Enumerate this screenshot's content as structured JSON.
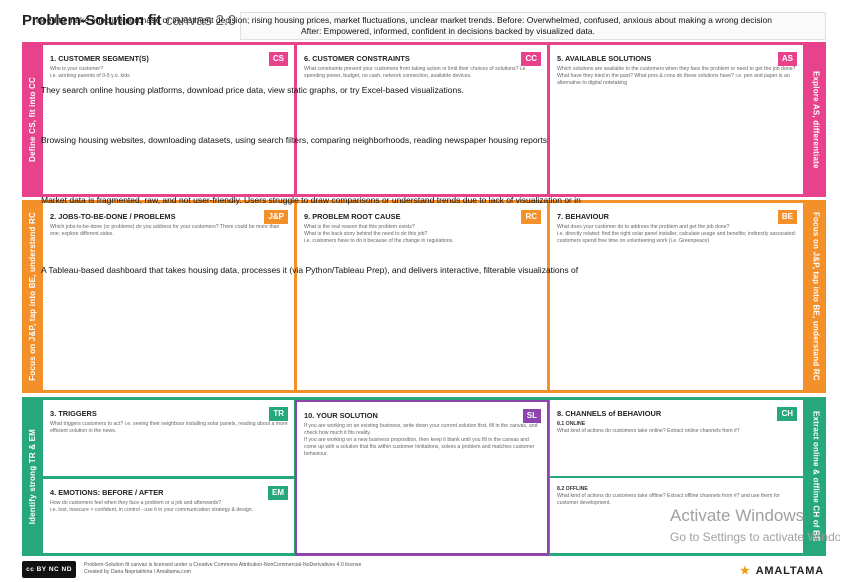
{
  "title": {
    "main": "Problem-Solution fit",
    "sub": " canvas 2.0"
  },
  "overlays": {
    "header_line1": "Need to make effective purchase or investment decision; rising housing prices, market fluctuations, unclear market trends. Before: Overwhelmed, confused, anxious about making a wrong decision",
    "header_line2": "After: Empowered, informed, confident in decisions backed by visualized data.",
    "cs_text": "They search online housing platforms, download price data, view static graphs, or try Excel-based visualizations.",
    "jp_text": "Browsing housing websites, downloading datasets, using search filters, comparing neighborhoods, reading newspaper housing reports",
    "rc_text": "Market data is fragmented, raw, and not user-friendly. Users struggle to draw comparisons or understand trends due to lack of visualization or in",
    "sl_text": "A Tableau-based dashboard that takes housing data, processes it (via Python/Tableau Prep), and delivers interactive, filterable visualizations of"
  },
  "side_labels": {
    "left_top": "Define CS, fit into CC",
    "left_mid": "Focus on J&P, tap into BE, understand RC",
    "left_bot": "Identify strong TR & EM",
    "right_top": "Explore AS, differentiate",
    "right_mid": "Focus on J&P, tap into BE, understand RC",
    "right_bot": "Extract online & offline CH of BE"
  },
  "colors": {
    "pink": "#e8428c",
    "orange": "#f4902a",
    "green": "#26a87b",
    "purple": "#8e44ad"
  },
  "cells": {
    "cs": {
      "title": "1. CUSTOMER SEGMENT(S)",
      "badge": "CS",
      "desc": "Who is your customer?\ni.e. working parents of 0-5 y.o. kids"
    },
    "cc": {
      "title": "6. CUSTOMER CONSTRAINTS",
      "badge": "CC",
      "desc": "What constraints prevent your customers from taking action or limit their choices of solutions? i.e. spending power, budget, no cash, network connection, available devices."
    },
    "as": {
      "title": "5. AVAILABLE SOLUTIONS",
      "badge": "AS",
      "desc": "Which solutions are available to the customers when they face the problem or need to get the job done? What have they tried in the past? What pros & cons do these solutions have? i.e. pen and paper is an alternative to digital notetaking"
    },
    "jp": {
      "title": "2. JOBS-TO-BE-DONE / PROBLEMS",
      "badge": "J&P",
      "desc": "Which jobs-to-be-done (or problems) do you address for your customers? There could be more than one; explore different sides."
    },
    "rc": {
      "title": "9. PROBLEM ROOT CAUSE",
      "badge": "RC",
      "desc": "What is the real reason that this problem exists?\nWhat is the back story behind the need to do this job?\ni.e. customers have to do it because of the change in regulations."
    },
    "be": {
      "title": "7. BEHAVIOUR",
      "badge": "BE",
      "desc": "What does your customer do to address the problem and get the job done?\ni.e. directly related: find the right solar panel installer, calculate usage and benefits; indirectly associated: customers spend free time on volunteering work (i.e. Greenpeace)"
    },
    "tr": {
      "title": "3. TRIGGERS",
      "badge": "TR",
      "desc": "What triggers customers to act? i.e. seeing their neighbour installing solar panels, reading about a more efficient solution in the news."
    },
    "em": {
      "title": "4. EMOTIONS: BEFORE / AFTER",
      "badge": "EM",
      "desc": "How do customers feel when they face a problem or a job and afterwards?\ni.e. lost, insecure > confident, in control - use it in your communication strategy & design."
    },
    "sl": {
      "title": "10. YOUR SOLUTION",
      "badge": "SL",
      "desc": "If you are working on an existing business, write down your current solution first, fill in the canvas, and check how much it fits reality.\nIf you are working on a new business proposition, then keep it blank until you fill in the canvas and come up with a solution that fits within customer limitations, solves a problem and matches customer behaviour."
    },
    "ch": {
      "title": "8. CHANNELS of BEHAVIOUR",
      "badge": "CH",
      "sub1": "8.1 ONLINE",
      "desc1": "What kind of actions do customers take online? Extract online channels from #7",
      "sub2": "8.2 OFFLINE",
      "desc2": "What kind of actions do customers take offline? Extract offline channels from #7 and use them for customer development."
    }
  },
  "footer": {
    "cc_logo": "cc BY NC ND",
    "line1": "Problem-Solution fit canvas is licensed under a Creative Commons Attribution-NonCommercial-NoDerivatives 4.0 license",
    "line2": "Created by Daria Nepriakhina / Amaltama.com",
    "brand": "AMALTAMA"
  },
  "watermark": {
    "line1": "Activate Windows",
    "line2": "Go to Settings to activate Windows."
  }
}
